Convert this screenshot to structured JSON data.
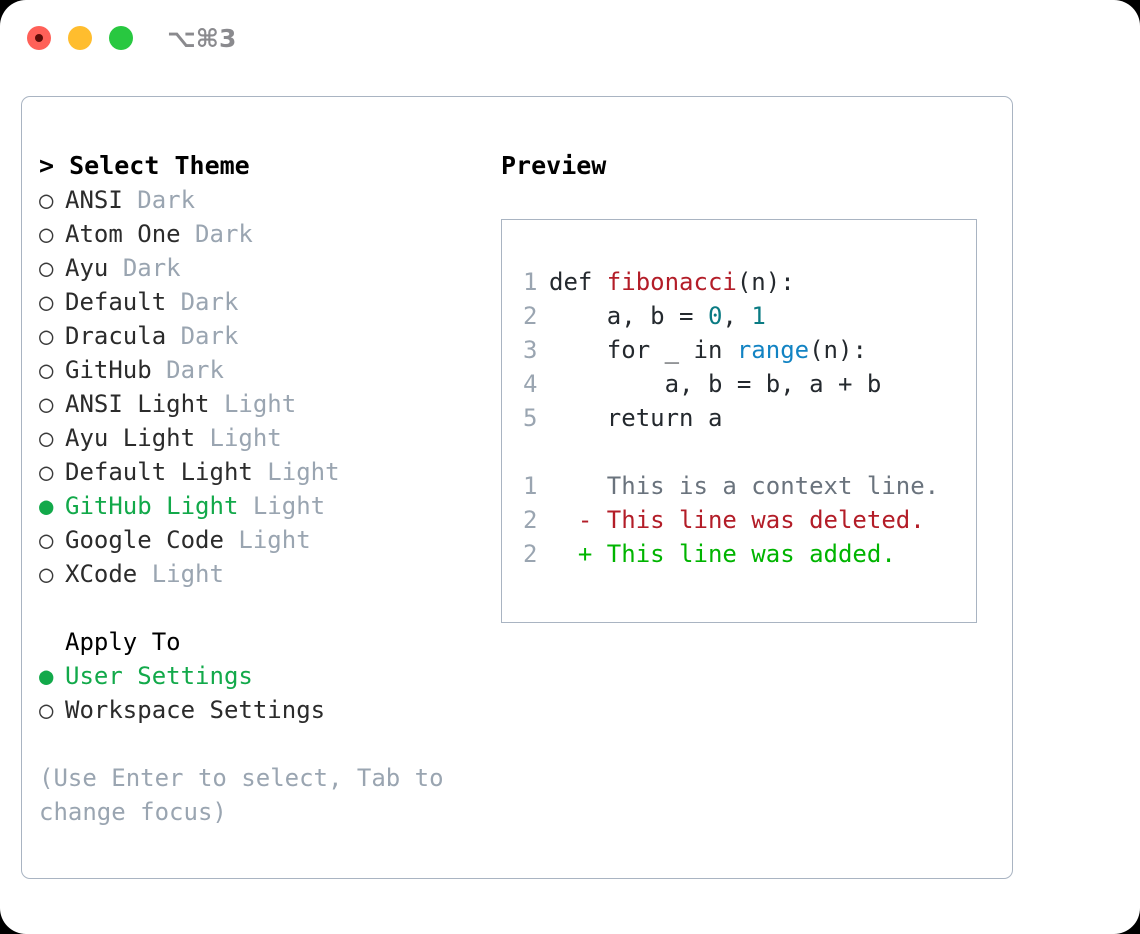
{
  "window": {
    "shortcut": "⌥⌘3",
    "traffic_lights": [
      "close-red",
      "minimize-yellow",
      "maximize-green"
    ]
  },
  "theme_picker": {
    "header": "> Select Theme",
    "header_prompt": ">",
    "header_text": "Select Theme",
    "items": [
      {
        "marker": "○",
        "name": "ANSI",
        "badge": "Dark",
        "selected": false
      },
      {
        "marker": "○",
        "name": "Atom One",
        "badge": "Dark",
        "selected": false
      },
      {
        "marker": "○",
        "name": "Ayu",
        "badge": "Dark",
        "selected": false
      },
      {
        "marker": "○",
        "name": "Default",
        "badge": "Dark",
        "selected": false
      },
      {
        "marker": "○",
        "name": "Dracula",
        "badge": "Dark",
        "selected": false
      },
      {
        "marker": "○",
        "name": "GitHub",
        "badge": "Dark",
        "selected": false
      },
      {
        "marker": "○",
        "name": "ANSI Light",
        "badge": "Light",
        "selected": false
      },
      {
        "marker": "○",
        "name": "Ayu Light",
        "badge": "Light",
        "selected": false
      },
      {
        "marker": "○",
        "name": "Default Light",
        "badge": "Light",
        "selected": false
      },
      {
        "marker": "●",
        "name": "GitHub Light",
        "badge": "Light",
        "selected": true
      },
      {
        "marker": "○",
        "name": "Google Code",
        "badge": "Light",
        "selected": false
      },
      {
        "marker": "○",
        "name": "XCode",
        "badge": "Light",
        "selected": false
      }
    ]
  },
  "apply_to": {
    "header": "Apply To",
    "items": [
      {
        "marker": "●",
        "name": "User Settings",
        "selected": true
      },
      {
        "marker": "○",
        "name": "Workspace Settings",
        "selected": false
      }
    ]
  },
  "hint": "(Use Enter to select, Tab to change focus)",
  "preview": {
    "title": "Preview",
    "code_lines": [
      {
        "n": "1",
        "segments": [
          {
            "text": "def ",
            "type": "plain"
          },
          {
            "text": "fibonacci",
            "type": "func"
          },
          {
            "text": "(n):",
            "type": "plain"
          }
        ]
      },
      {
        "n": "2",
        "segments": [
          {
            "text": "    a, b = ",
            "type": "plain"
          },
          {
            "text": "0",
            "type": "num"
          },
          {
            "text": ", ",
            "type": "plain"
          },
          {
            "text": "1",
            "type": "num"
          }
        ]
      },
      {
        "n": "3",
        "segments": [
          {
            "text": "    for _ in ",
            "type": "plain"
          },
          {
            "text": "range",
            "type": "call"
          },
          {
            "text": "(n):",
            "type": "plain"
          }
        ]
      },
      {
        "n": "4",
        "segments": [
          {
            "text": "        a, b = b, a + b",
            "type": "plain"
          }
        ]
      },
      {
        "n": "5",
        "segments": [
          {
            "text": "    return a",
            "type": "plain"
          }
        ]
      }
    ],
    "diff_lines": [
      {
        "n": "1",
        "sign": " ",
        "text": "This is a context line.",
        "type": "context"
      },
      {
        "n": "2",
        "sign": "-",
        "text": "This line was deleted.",
        "type": "deleted"
      },
      {
        "n": "2",
        "sign": "+",
        "text": "This line was added.",
        "type": "added"
      }
    ]
  },
  "colors": {
    "accent_green": "#12A94A",
    "muted": "#9AA5B1",
    "border": "#A9B4C2",
    "diff_added": "#00B400",
    "diff_deleted": "#B31D28",
    "syntax_func": "#B31D28",
    "syntax_num": "#0A7B83",
    "syntax_call": "#1283C3"
  }
}
